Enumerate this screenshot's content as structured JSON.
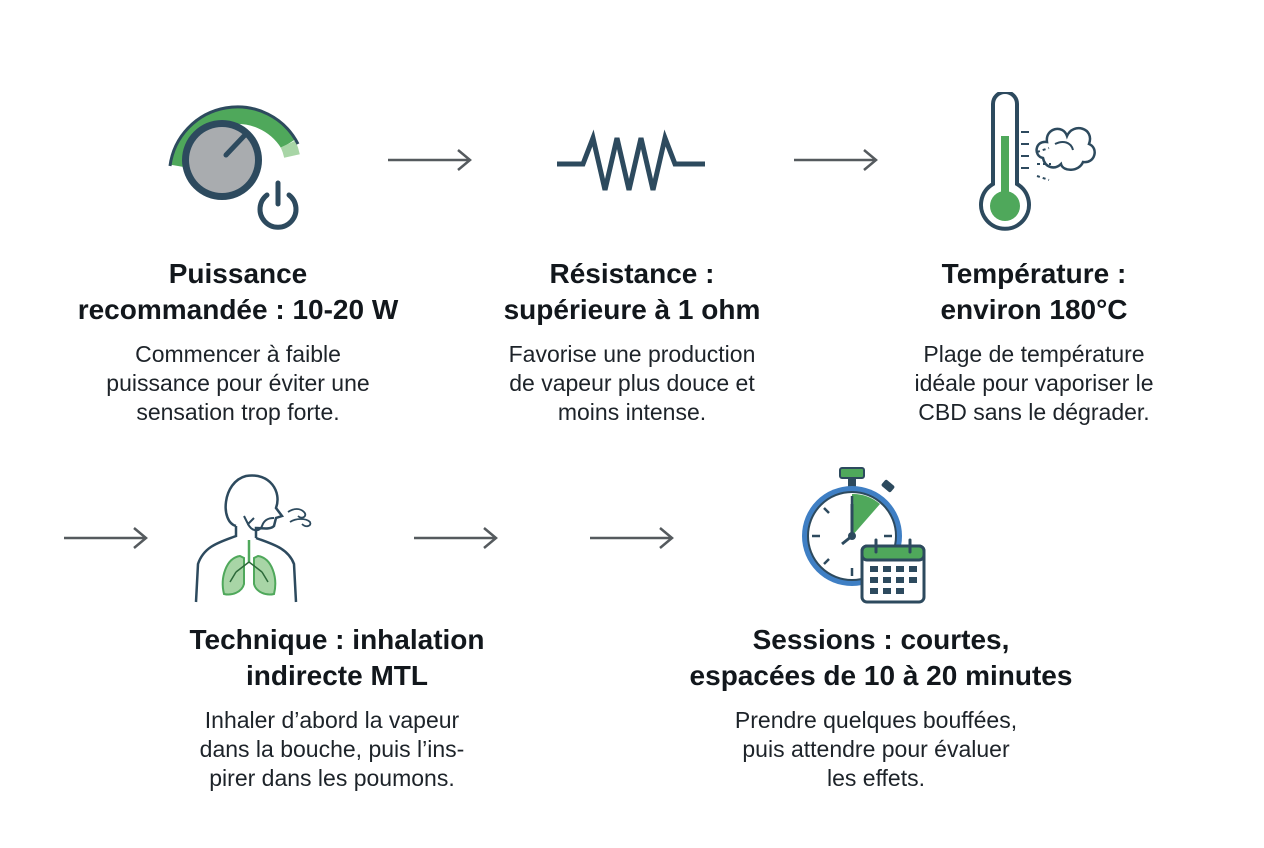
{
  "colors": {
    "navy": "#2d4a5e",
    "green": "#4fa85b",
    "light_green": "#a8d5a6",
    "gray_dial": "#a9acaf",
    "blue": "#3f7fc4",
    "arrow": "#555a5e"
  },
  "steps": [
    {
      "icon": "power-dial-icon",
      "title": "Puissance\nrecommandée : 10-20 W",
      "description": "Commencer à faible\npuissance pour éviter une\nsensation trop forte."
    },
    {
      "icon": "resistor-icon",
      "title": "Résistance :\nsupérieure à 1 ohm",
      "description": "Favorise une production\nde vapeur plus douce et\nmoins intense."
    },
    {
      "icon": "thermometer-vapor-icon",
      "title": "Température :\nenviron 180°C",
      "description": "Plage de température\nidéale pour vaporiser le\nCBD sans le dégrader."
    },
    {
      "icon": "lungs-inhalation-icon",
      "title": "Technique : inhalation\nindirecte MTL",
      "description": "Inhaler d’abord la vapeur\ndans la bouche, puis l’ins-\npirer dans les poumons."
    },
    {
      "icon": "stopwatch-calendar-icon",
      "title": "Sessions : courtes,\nespacées de 10 à 20 minutes",
      "description": "Prendre quelques bouffées,\npuis attendre pour évaluer\nles effets."
    }
  ]
}
